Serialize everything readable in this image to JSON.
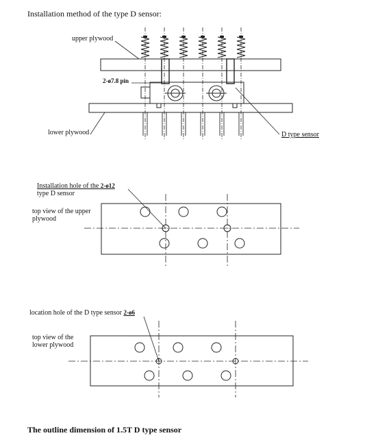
{
  "heading": "Installation method of the type D sensor:",
  "side_view": {
    "upper_label": "upper plywood",
    "pin_label": "2-ø7.8 pin",
    "lower_label": "lower plywood",
    "sensor_label": "D type sensor"
  },
  "upper_top_view": {
    "hole_label_line1_prefix": "Installation hole of the ",
    "hole_label_line1_value": "2-ø12",
    "hole_label_line2": "type D sensor",
    "view_label_line1": "top view of the upper",
    "view_label_line2": "plywood"
  },
  "lower_top_view": {
    "hole_label_prefix": "location hole of the D type sensor ",
    "hole_label_value": "2-ø6",
    "view_label_line1": "top view of the",
    "view_label_line2": "lower plywood"
  },
  "footer": "The outline dimension of 1.5T D type sensor"
}
